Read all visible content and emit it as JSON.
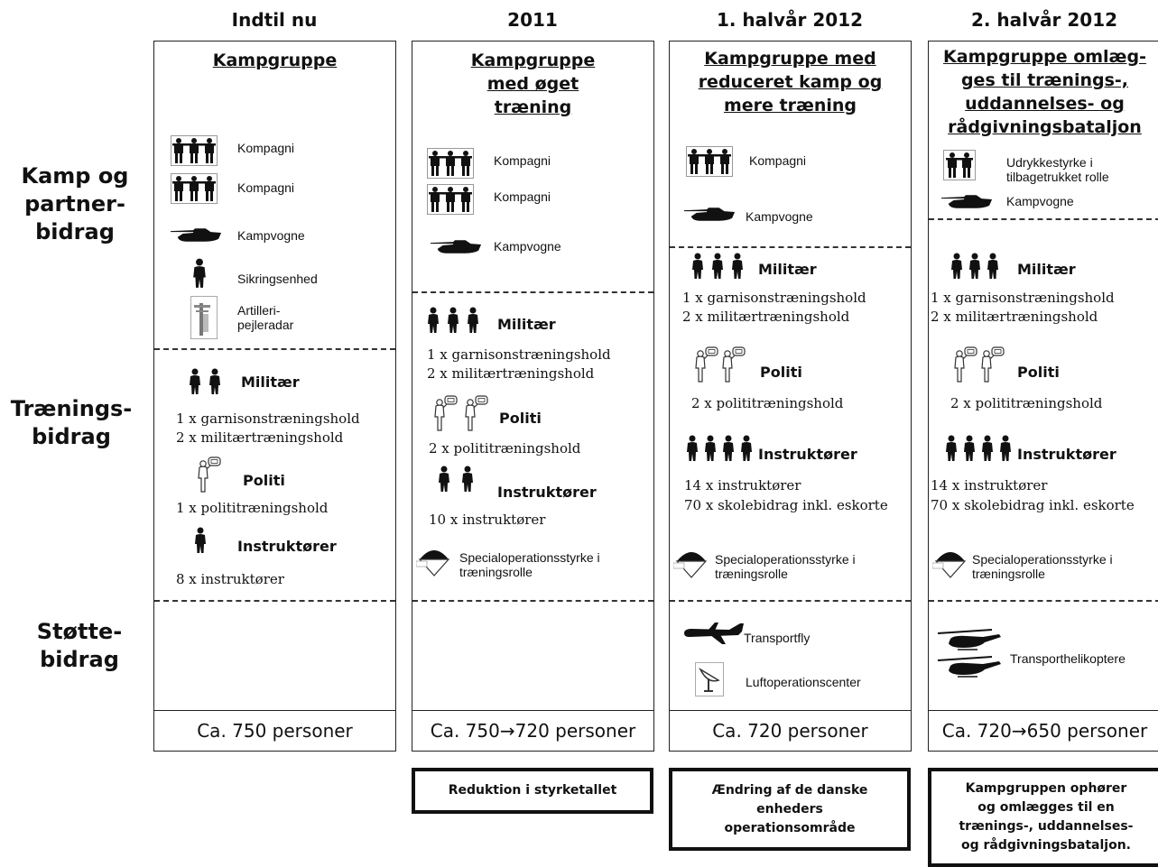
{
  "columns": [
    {
      "header": "Indtil nu",
      "title": "Kampgruppe",
      "units": [
        "Kompagni",
        "Kompagni",
        "Kampvogne",
        "Sikringsenhed",
        "Artilleri-\npejleradar"
      ],
      "militaer": {
        "label": "Militær",
        "details": [
          "1 x garnisonstræningshold",
          "2 x militærtræningshold"
        ]
      },
      "politi": {
        "label": "Politi",
        "details": [
          "1 x polititræningshold"
        ]
      },
      "instruktoerer": {
        "label": "Instruktører",
        "details": [
          "8 x instruktører"
        ]
      },
      "total": "Ca. 750 personer"
    },
    {
      "header": "2011",
      "title": "Kampgruppe\nmed øget\ntræning",
      "units": [
        "Kompagni",
        "Kompagni",
        "Kampvogne"
      ],
      "militaer": {
        "label": "Militær",
        "details": [
          "1 x garnisonstræningshold",
          "2 x militærtræningshold"
        ]
      },
      "politi": {
        "label": "Politi",
        "details": [
          "2 x polititræningshold"
        ]
      },
      "instruktoerer": {
        "label": "Instruktører",
        "details": [
          "10 x instruktører"
        ]
      },
      "special": "Specialoperationsstyrke i\ntræningsrolle",
      "total": "Ca. 750→720 personer",
      "note": "Reduktion i styrketallet"
    },
    {
      "header": "1. halvår 2012",
      "title": "Kampgruppe med\nreduceret kamp og\nmere træning",
      "units": [
        "Kompagni",
        "Kampvogne"
      ],
      "militaer": {
        "label": "Militær",
        "details": [
          "1 x garnisonstræningshold",
          "2 x militærtræningshold"
        ]
      },
      "politi": {
        "label": "Politi",
        "details": [
          "2 x polititræningshold"
        ]
      },
      "instruktoerer": {
        "label": "Instruktører",
        "details": [
          "14 x instruktører",
          "70 x skolebidrag inkl. eskorte"
        ]
      },
      "special": "Specialoperationsstyrke i\ntræningsrolle",
      "support": [
        "Transportfly",
        "Luftoperationscenter"
      ],
      "total": "Ca. 720 personer",
      "note": "Ændring af de danske\nenheders\noperationsområde"
    },
    {
      "header": "2. halvår 2012",
      "title": "Kampgruppe omlæg-\nges til trænings-,\nuddannelses- og\nrådgivningsbataljon",
      "units": [
        "Udrykkestyrke i\ntilbagetrukket rolle",
        "Kampvogne"
      ],
      "militaer": {
        "label": "Militær",
        "details": [
          "1 x garnisonstræningshold",
          "2 x militærtræningshold"
        ]
      },
      "politi": {
        "label": "Politi",
        "details": [
          "2 x polititræningshold"
        ]
      },
      "instruktoerer": {
        "label": "Instruktører",
        "details": [
          "14 x instruktører",
          "70 x skolebidrag inkl. eskorte"
        ]
      },
      "special": "Specialoperationsstyrke i\ntræningsrolle",
      "support": [
        "Transporthelikoptere"
      ],
      "total": "Ca. 720→650 personer",
      "note": "Kampgruppen ophører\nog omlægges til en\ntrænings-, uddannelses-\nog rådgivningsbataljon."
    }
  ],
  "rows": {
    "kamp": "Kamp og\npartner-\nbidrag",
    "traening": "Trænings-\nbidrag",
    "stoette": "Støtte-\nbidrag"
  },
  "colors": {
    "line": "#222222",
    "icon": "#111111"
  }
}
